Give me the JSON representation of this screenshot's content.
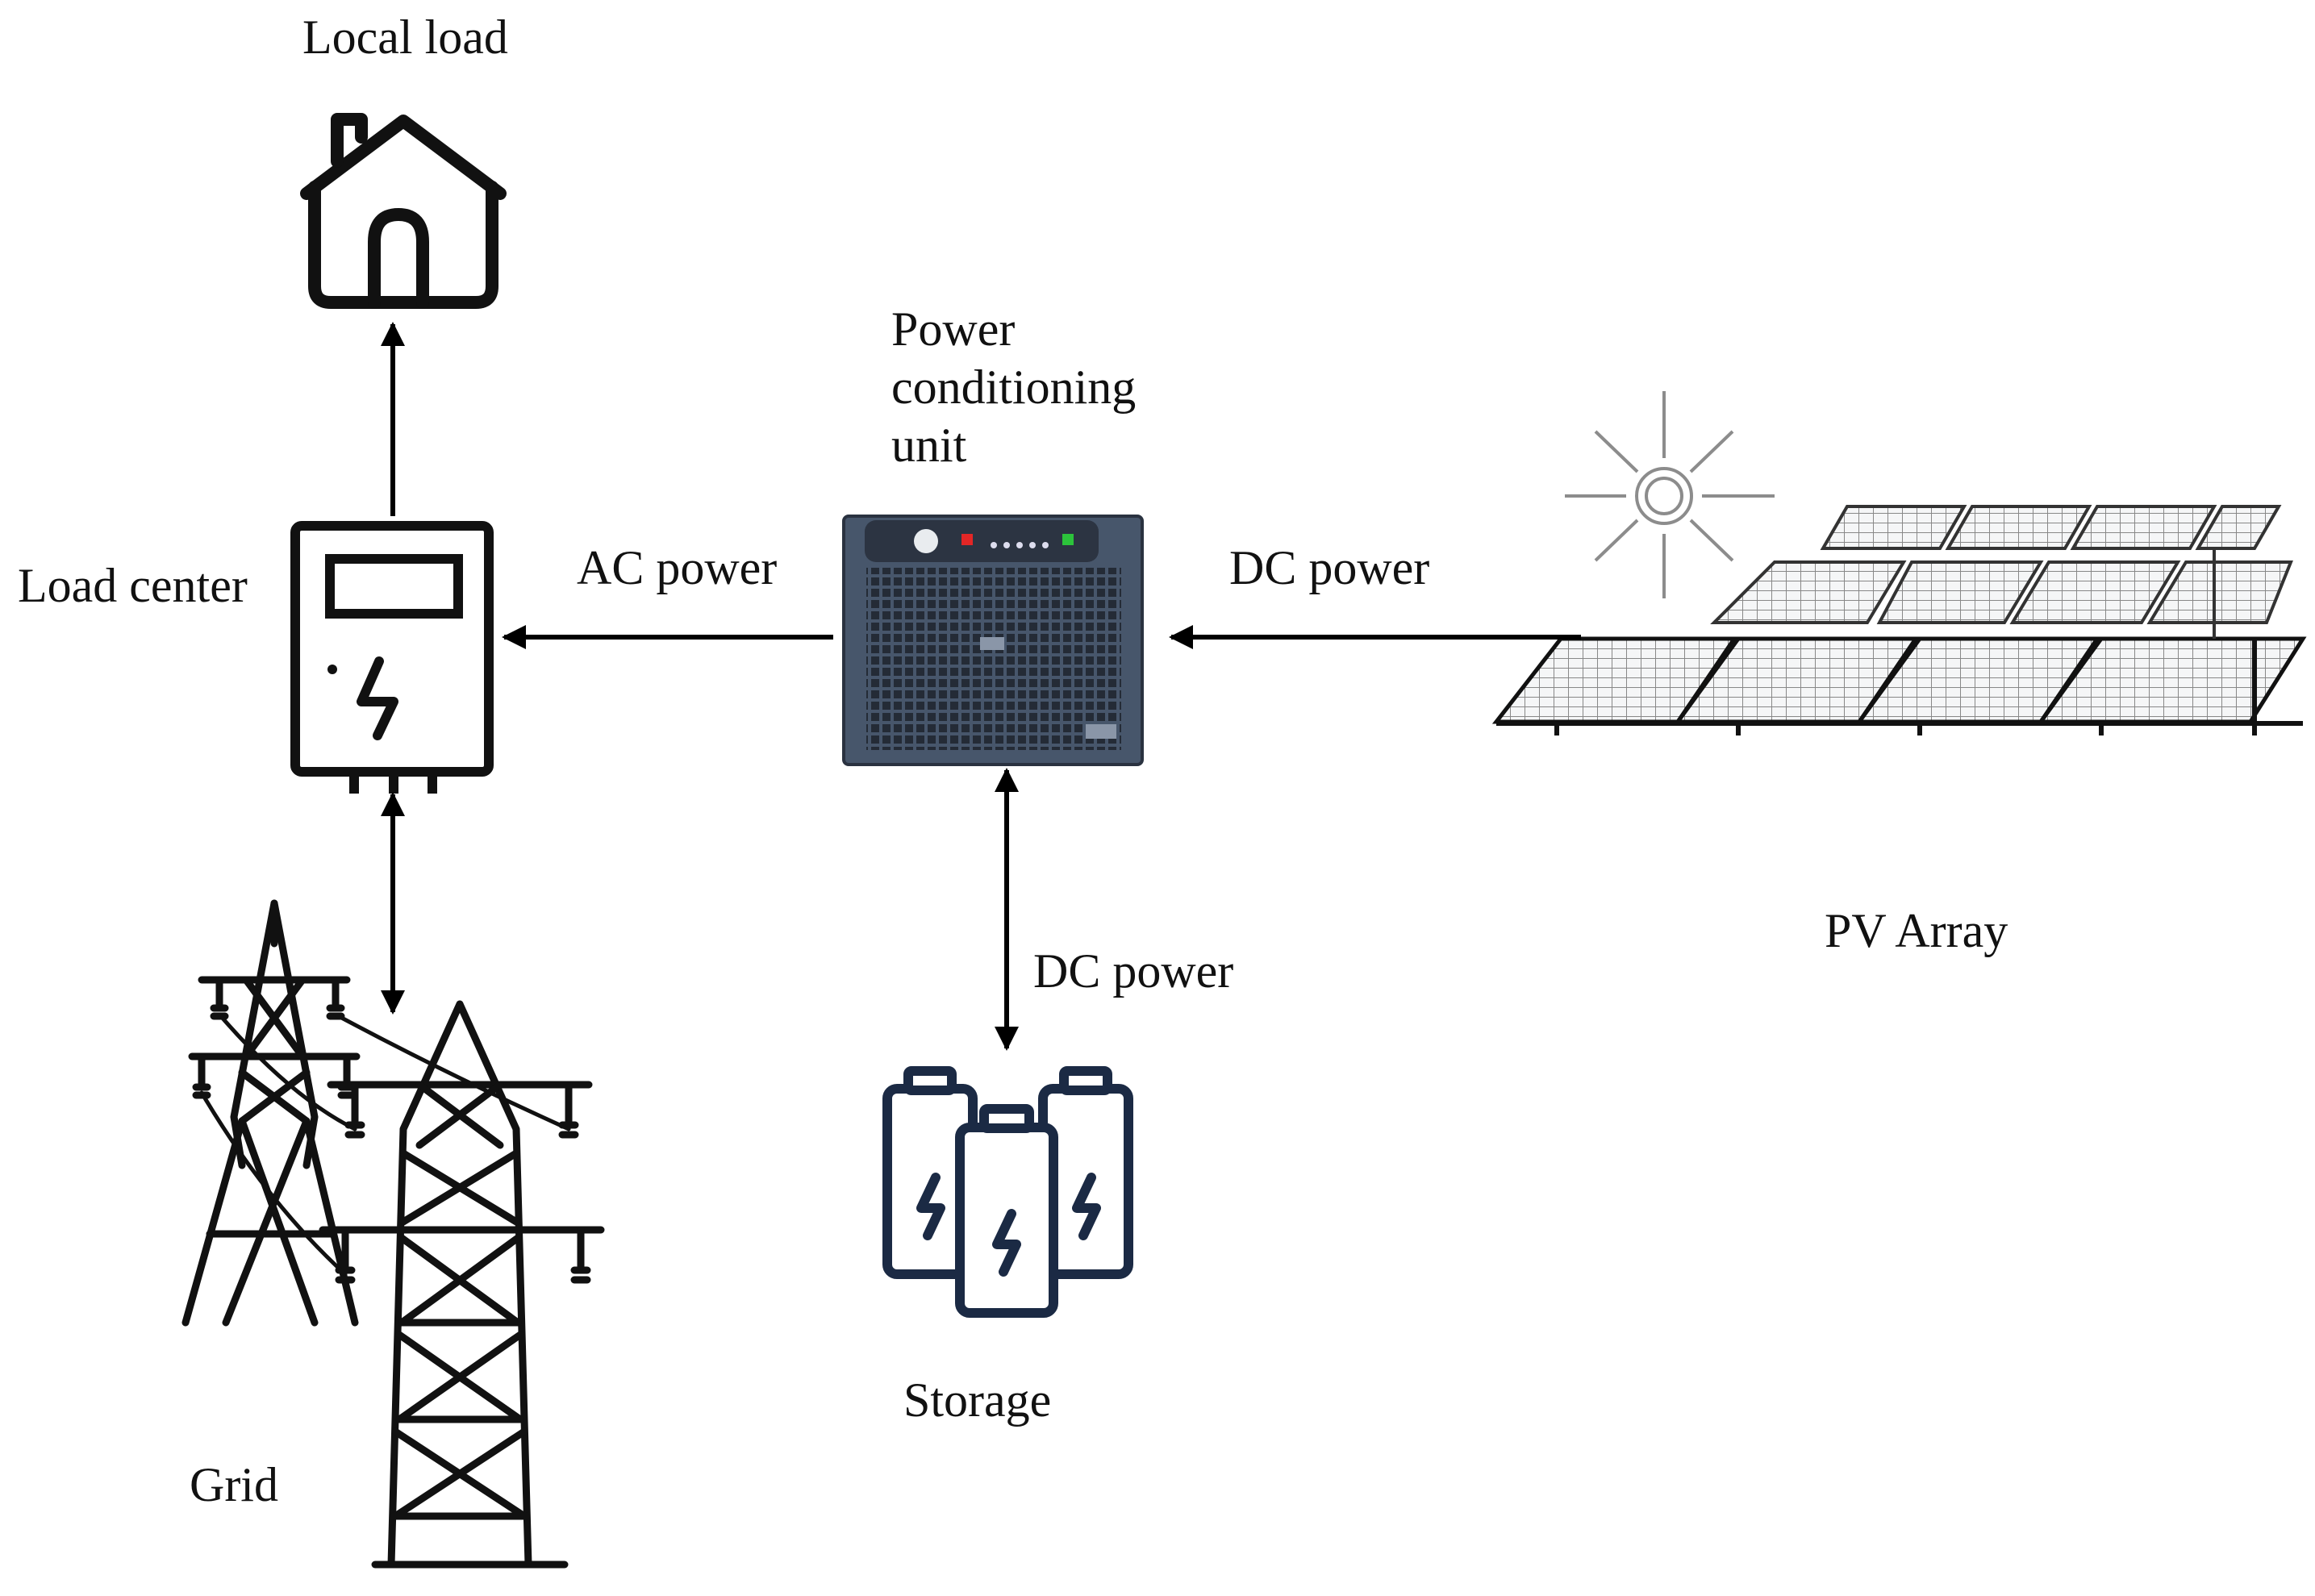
{
  "labels": {
    "local_load": "Local load",
    "load_center": "Load center",
    "ac_power": "AC power",
    "pcu": "Power\nconditioning\nunit",
    "dc_power_pv": "DC power",
    "dc_power_storage": "DC power",
    "pv_array": "PV Array",
    "storage": "Storage",
    "grid": "Grid"
  },
  "colors": {
    "line": "#000000",
    "battery": "#1b2a44",
    "pcu_body": "#47566b",
    "pcu_grill": "#2c3442",
    "pcu_led_red": "#e32626",
    "pcu_led_green": "#2cc33b",
    "sun": "#888888",
    "panel": "#b9bdc2"
  },
  "icons": {
    "house": "house-icon",
    "load_center": "load-center-icon",
    "pcu": "inverter-icon",
    "sun": "sun-icon",
    "pv": "solar-panel-icon",
    "battery": "battery-icon",
    "tower": "transmission-tower-icon"
  }
}
